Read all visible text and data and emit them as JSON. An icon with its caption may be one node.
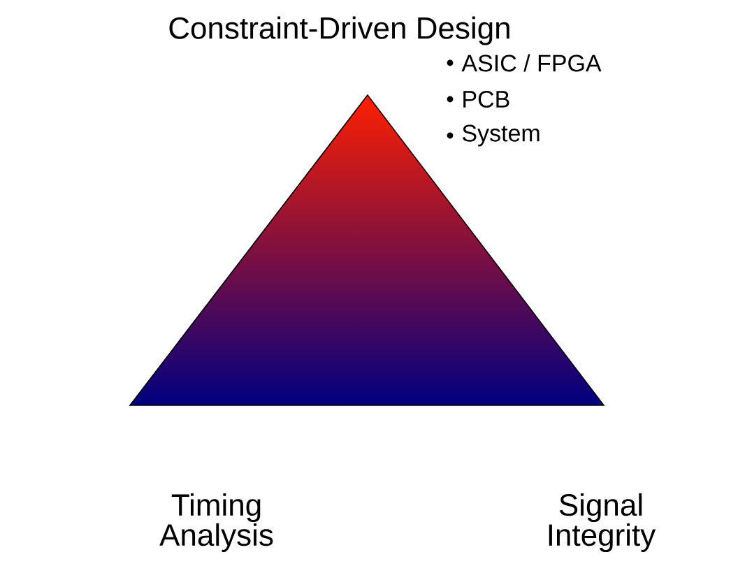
{
  "diagram": {
    "labels": [
      "Constraint-Driven Design",
      "ASIC / FPGA",
      "PCB",
      "System",
      "Timing Analysis",
      "Signal Integrity"
    ]
  }
}
